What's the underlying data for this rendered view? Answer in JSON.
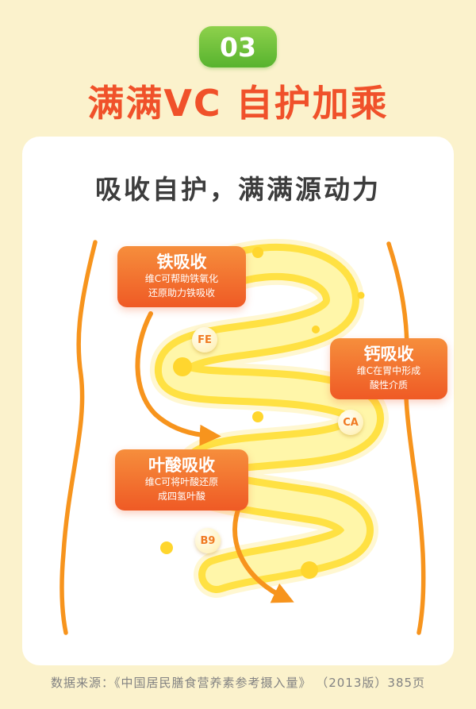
{
  "header": {
    "step_number": "03",
    "title": "满满VC 自护加乘"
  },
  "card": {
    "title": "吸收自护，满满源动力",
    "callouts": [
      {
        "title": "铁吸收",
        "line1": "维C可帮助铁氧化",
        "line2": "还原助力铁吸收",
        "bubble": "FE"
      },
      {
        "title": "钙吸收",
        "line1": "维C在胃中形成",
        "line2": "酸性介质",
        "bubble": "CA"
      },
      {
        "title": "叶酸吸收",
        "line1": "维C可将叶酸还原",
        "line2": "成四氢叶酸",
        "bubble": "B9"
      }
    ]
  },
  "footer": {
    "source": "数据来源：《中国居民膳食营养素参考摄入量》 （2013版）385页"
  },
  "colors": {
    "background": "#FBF2CC",
    "accent_orange": "#F0512A",
    "badge_green_top": "#8ED14C",
    "badge_green_bottom": "#57B32E",
    "callout_gradient_top": "#F68E3C",
    "callout_gradient_bottom": "#EF5A25",
    "intestine_yellow": "#FFE143",
    "intestine_highlight": "#FFF6A9",
    "arrow_orange": "#F7941D",
    "footnote_gray": "#828282"
  }
}
